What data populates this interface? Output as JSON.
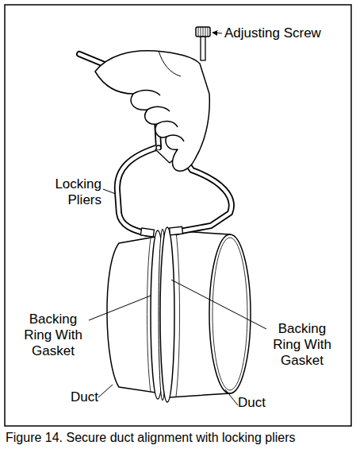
{
  "diagram": {
    "caption": "Figure 14. Secure duct alignment with locking pliers",
    "labels": [
      "Adjusting Screw",
      "Locking Pliers",
      "Backing Ring With Gasket",
      "Backing Ring With Gasket",
      "Duct",
      "Duct"
    ]
  }
}
